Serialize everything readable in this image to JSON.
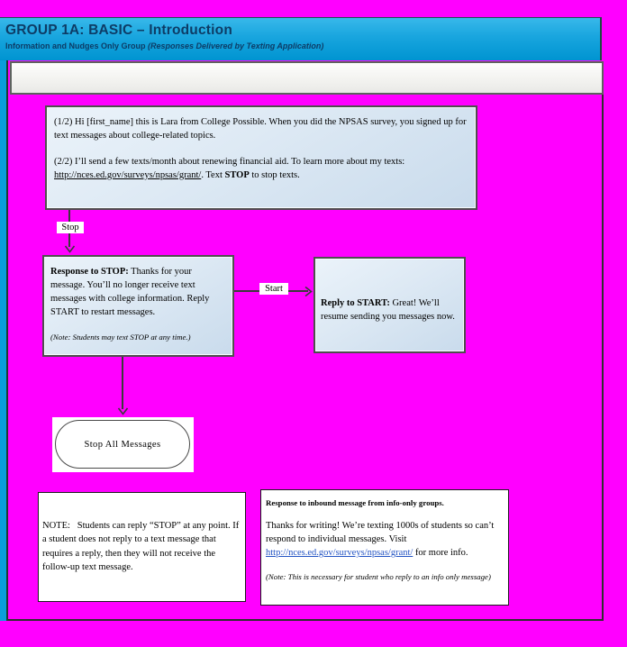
{
  "header": {
    "title": "GROUP 1A: BASIC – Introduction",
    "subtitle": "Information and Nudges Only Group ",
    "subtitle_italic": "(Responses Delivered by Texting Application)"
  },
  "colors": {
    "background": "#ff00ff",
    "header_gradient_top": "#38b8ea",
    "header_gradient_bottom": "#0094d1",
    "header_text": "#0d3c66",
    "box_fill_light": "#ebf3fa",
    "box_fill_dark": "#c9dbec",
    "left_strip": "#0a9edb",
    "link_blue": "#2454c4"
  },
  "flow": {
    "intro": {
      "p1": "(1/2) Hi [first_name] this is Lara from College Possible. When you did the NPSAS survey, you signed up for text messages about college-related topics.",
      "p2_pre": "(2/2) I’ll send a few texts/month about renewing financial aid. To learn more about my texts: ",
      "p2_link": "http://nces.ed.gov/surveys/npsas/grant/",
      "p2_mid": ". Text ",
      "p2_bold": "STOP",
      "p2_post": " to stop texts."
    },
    "stop_label": "Stop",
    "start_label": "Start",
    "response_stop": {
      "label": "Response to STOP:",
      "body": " Thanks for your message. You’ll no longer receive text messages with college information. Reply START to restart messages.",
      "note": "(Note: Students may text STOP at any time.)"
    },
    "reply_start": {
      "label": "Reply to START:",
      "body": " Great! We’ll resume sending you messages now."
    },
    "terminator": "Stop All Messages",
    "note_box": "NOTE:   Students can reply “STOP” at any point. If a student does not reply to a text message that requires a reply, then they will not receive the follow-up text message.",
    "inbound": {
      "heading": "Response to inbound message from info-only groups.",
      "body_pre": "Thanks for writing! We’re texting 1000s of students so can’t respond to individual messages. Visit ",
      "link": "http://nces.ed.gov/surveys/npsas/grant/",
      "body_post": " for more info.",
      "note": "(Note: This is necessary for student who reply to an info only message)"
    }
  }
}
